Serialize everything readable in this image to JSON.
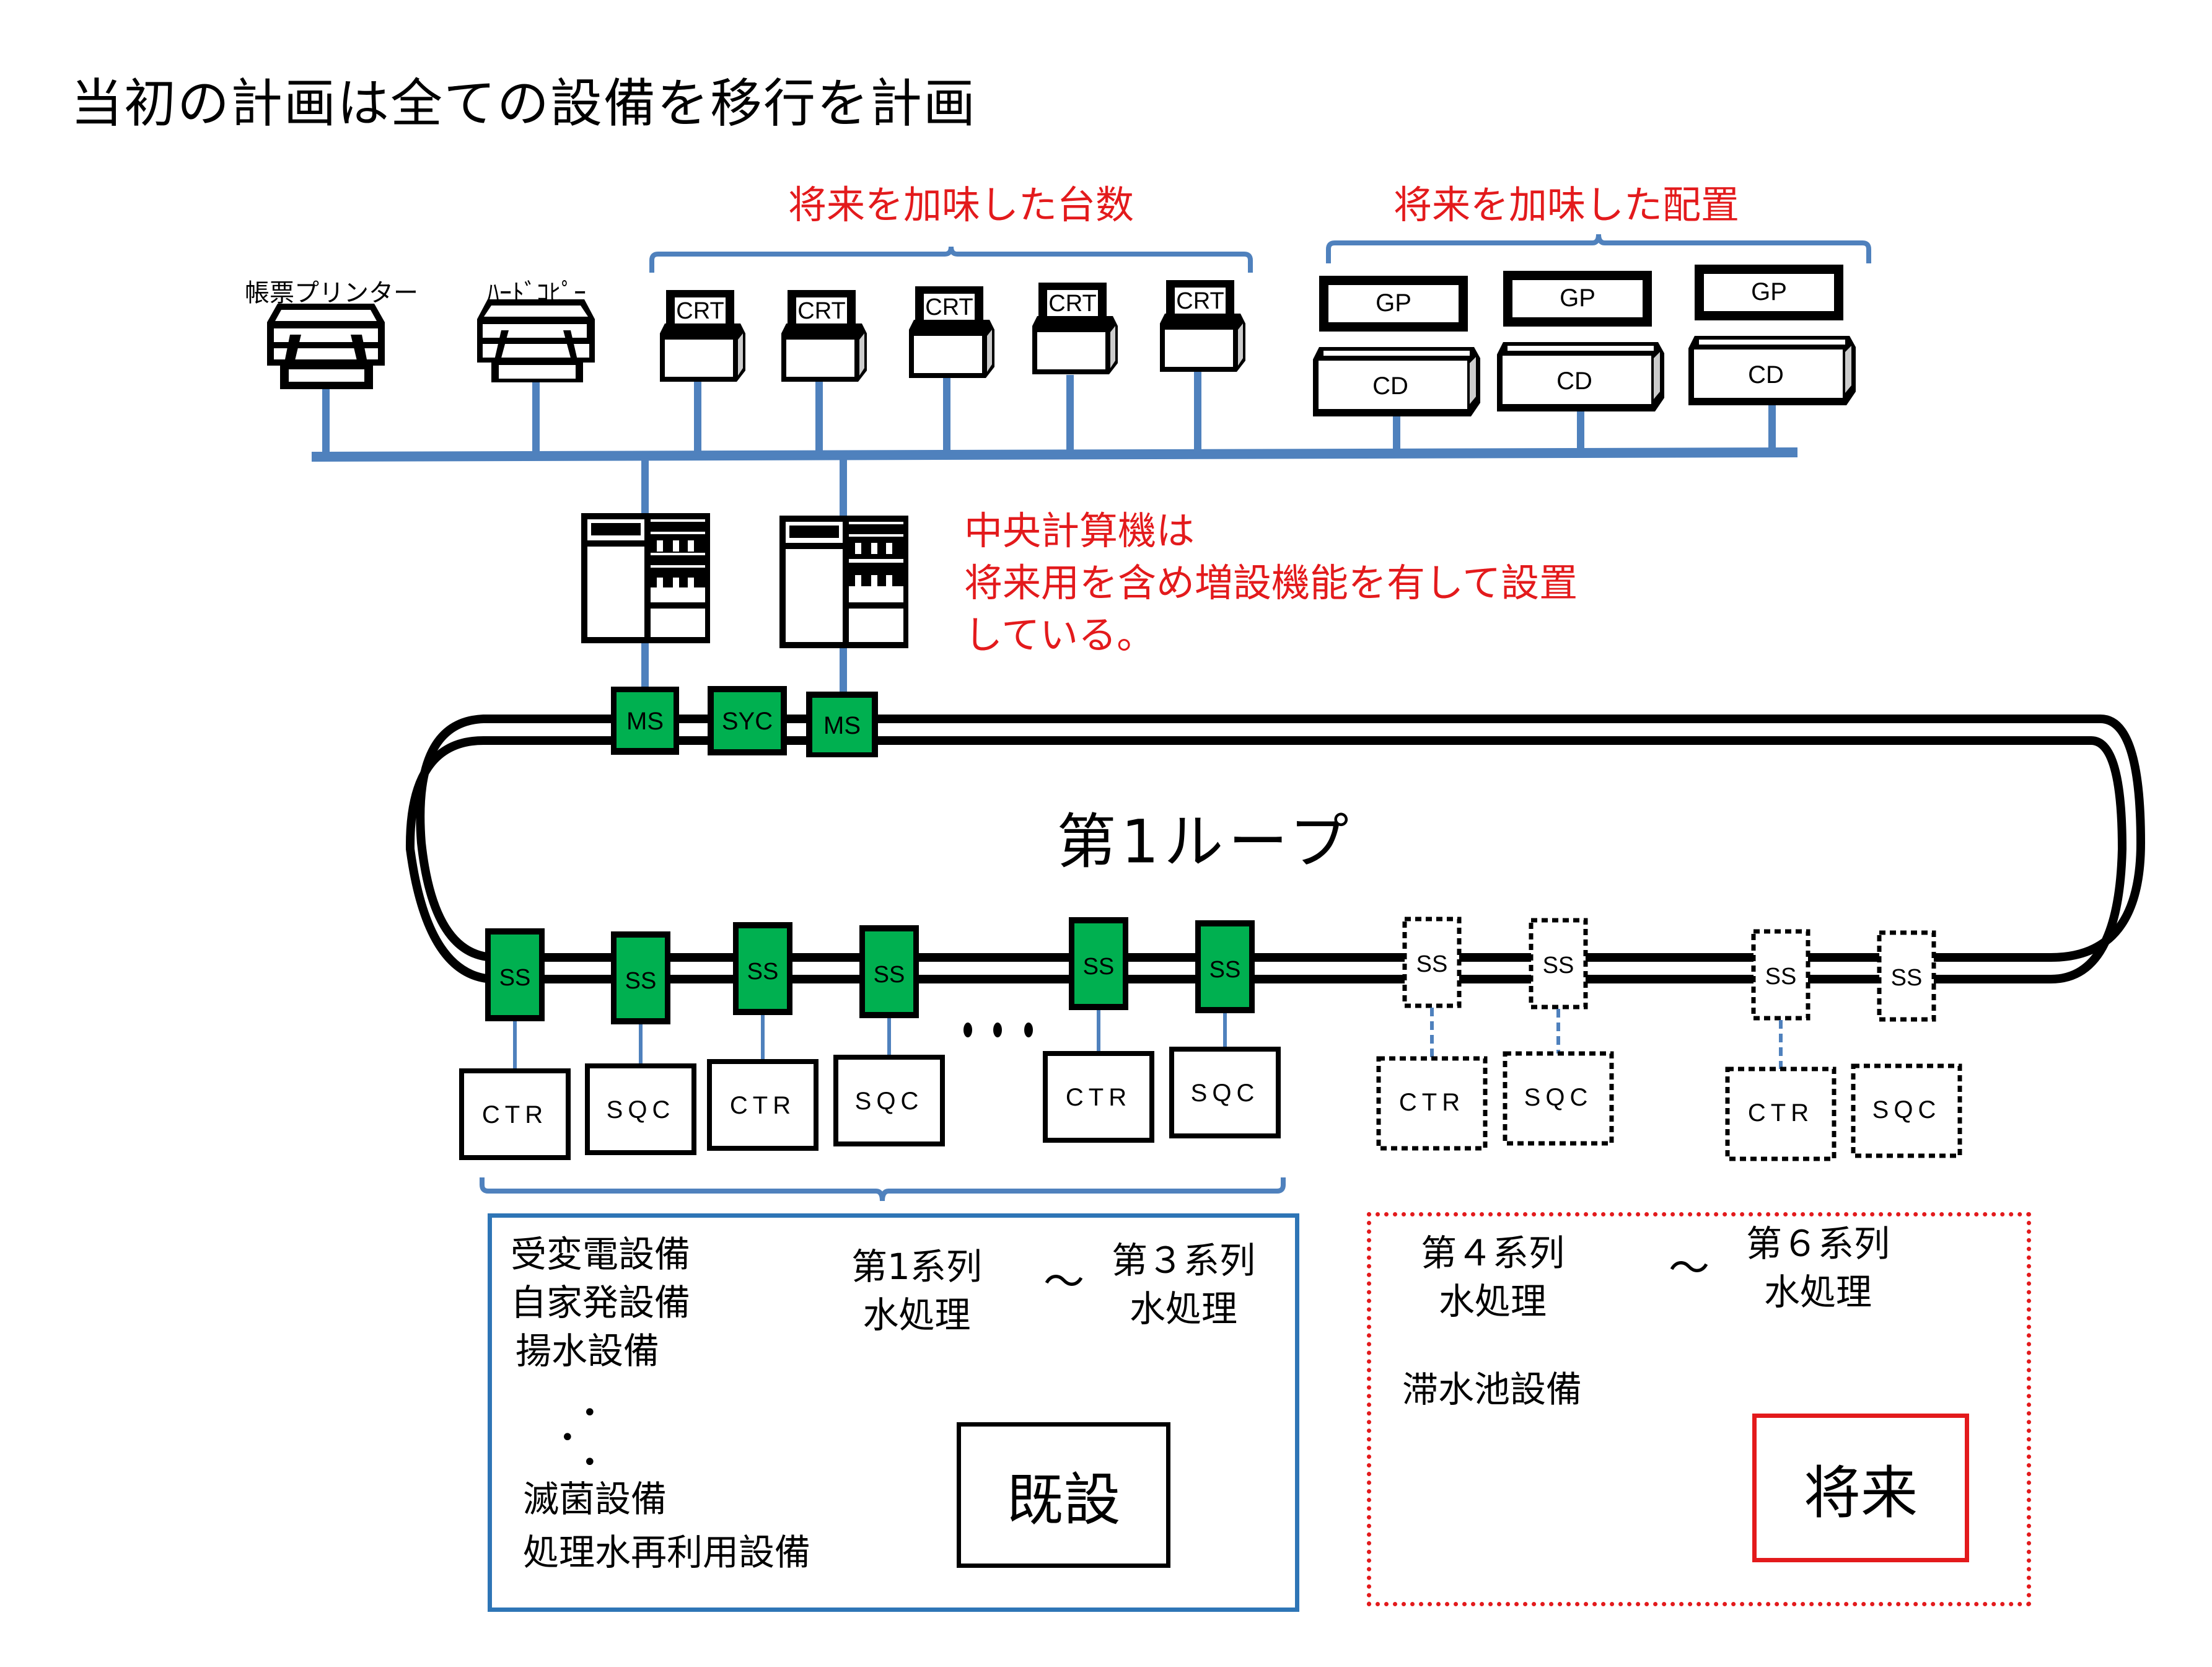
{
  "title": "当初の計画は全ての設備を移行を計画",
  "annotations": {
    "crt_count": "将来を加味した台数",
    "gp_layout": "将来を加味した配置",
    "computer_note": [
      "中央計算機は",
      "将来用を含め増設機能を有して設置",
      "している。"
    ]
  },
  "peripherals": {
    "printer_label": "帳票プリンター",
    "hardcopy_label": "ﾊｰﾄﾞｺﾋﾟｰ",
    "crt_label": "CRT",
    "crt_count": 5,
    "gp_label": "GP",
    "cd_label": "CD",
    "console_count": 3
  },
  "loop": {
    "title": "第1ループ",
    "top_nodes": [
      "MS",
      "SYC",
      "MS"
    ],
    "existing_stations": [
      {
        "ss": "SS",
        "device": "CTR"
      },
      {
        "ss": "SS",
        "device": "SQC"
      },
      {
        "ss": "SS",
        "device": "CTR"
      },
      {
        "ss": "SS",
        "device": "SQC"
      },
      {
        "ss": "SS",
        "device": "CTR"
      },
      {
        "ss": "SS",
        "device": "SQC"
      }
    ],
    "ellipsis": "・・・",
    "future_stations": [
      {
        "ss": "SS",
        "device": "CTR"
      },
      {
        "ss": "SS",
        "device": "SQC"
      },
      {
        "ss": "SS",
        "device": "CTR"
      },
      {
        "ss": "SS",
        "device": "SQC"
      }
    ]
  },
  "existing_group": {
    "facilities": [
      "受変電設備",
      "自家発設備",
      "揚水設備",
      "滅菌設備",
      "処理水再利用設備"
    ],
    "dots": "・・",
    "series_from": [
      "第1系列",
      "水処理"
    ],
    "tilde": "～",
    "series_to": [
      "第３系列",
      "水処理"
    ],
    "status": "既設"
  },
  "future_group": {
    "series_from": [
      "第４系列",
      "水処理"
    ],
    "tilde": "～",
    "series_to": [
      "第６系列",
      "水処理"
    ],
    "facility": "滞水池設備",
    "status": "将来"
  },
  "colors": {
    "bus": "#4f81bd",
    "node_green": "#00b050",
    "annotation_red": "#e31a1c",
    "group_blue": "#2e75b6"
  }
}
